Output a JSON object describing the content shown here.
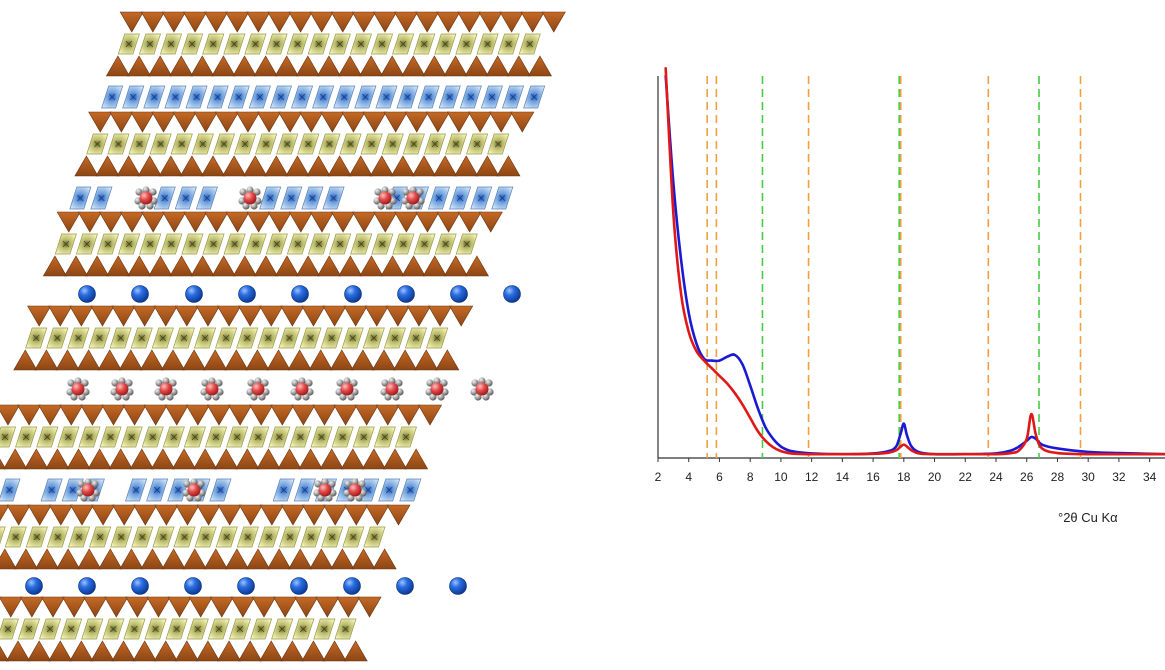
{
  "structure": {
    "colors": {
      "tetrahedron": "#a9561b",
      "octahedron_yellow": "#eeee9c",
      "octahedron_blue": "#9dc3e6",
      "cation_blue": "#1f5fd1",
      "water_red": "#e24a4a",
      "water_gray": "#9e9e9e"
    }
  },
  "chart_data": {
    "type": "line",
    "xlabel": "°2θ Cu Kα",
    "ylabel": "",
    "xlim": [
      2,
      35
    ],
    "x_ticks": [
      "2",
      "4",
      "6",
      "8",
      "10",
      "12",
      "14",
      "16",
      "18",
      "20",
      "22",
      "24",
      "26",
      "28",
      "30",
      "32",
      "34"
    ],
    "y_axis_visible": true,
    "grid": false,
    "series": [
      {
        "color": "#1a1ad4",
        "x": [
          2.5,
          3,
          3.5,
          4,
          4.5,
          5,
          5.5,
          6,
          6.5,
          7,
          7.5,
          8,
          8.5,
          9,
          9.5,
          10,
          10.5,
          11,
          12,
          14,
          16,
          17,
          17.5,
          17.8,
          18,
          18.2,
          18.5,
          19,
          20,
          22,
          24,
          25,
          25.5,
          26,
          26.3,
          26.6,
          27,
          28,
          30,
          32,
          35
        ],
        "y": [
          100,
          72,
          52,
          38,
          30,
          26,
          25.5,
          25.5,
          26.5,
          27,
          24.5,
          19,
          13,
          8,
          5,
          3,
          2,
          1.6,
          1.2,
          1,
          1.2,
          1.8,
          3,
          6.5,
          9,
          6,
          3,
          1.5,
          1,
          1,
          1.2,
          2,
          3,
          4.5,
          5.5,
          5,
          3.5,
          2.5,
          1.6,
          1.3,
          1
        ]
      },
      {
        "color": "#e01818",
        "x": [
          2.5,
          3,
          3.5,
          4,
          4.5,
          5,
          5.5,
          6,
          6.5,
          7,
          7.5,
          8,
          8.5,
          9,
          9.5,
          10,
          10.5,
          11,
          12,
          14,
          16,
          17,
          17.5,
          17.8,
          18,
          18.2,
          18.5,
          19,
          20,
          22,
          24,
          25,
          25.5,
          26,
          26.3,
          26.6,
          27,
          28,
          30,
          32,
          35
        ],
        "y": [
          102,
          64,
          43,
          33,
          28,
          25.5,
          23.5,
          21.5,
          19.5,
          17,
          14,
          10.5,
          7,
          4.5,
          2.8,
          1.8,
          1.3,
          1.1,
          1,
          1,
          1.1,
          1.4,
          2,
          3,
          3.5,
          3,
          2,
          1.2,
          1,
          1,
          1,
          1.3,
          2,
          5,
          11.5,
          6,
          2.5,
          1.3,
          1,
          1,
          1
        ]
      }
    ],
    "vertical_lines": [
      {
        "x": 5.2,
        "color": "#f0a040"
      },
      {
        "x": 5.8,
        "color": "#f0a040"
      },
      {
        "x": 8.8,
        "color": "#44cc44"
      },
      {
        "x": 11.8,
        "color": "#f0a040"
      },
      {
        "x": 17.7,
        "color": "#44cc44"
      },
      {
        "x": 17.8,
        "color": "#f0a040"
      },
      {
        "x": 23.5,
        "color": "#f0a040"
      },
      {
        "x": 26.8,
        "color": "#44cc44"
      },
      {
        "x": 29.5,
        "color": "#f0a040"
      }
    ]
  }
}
